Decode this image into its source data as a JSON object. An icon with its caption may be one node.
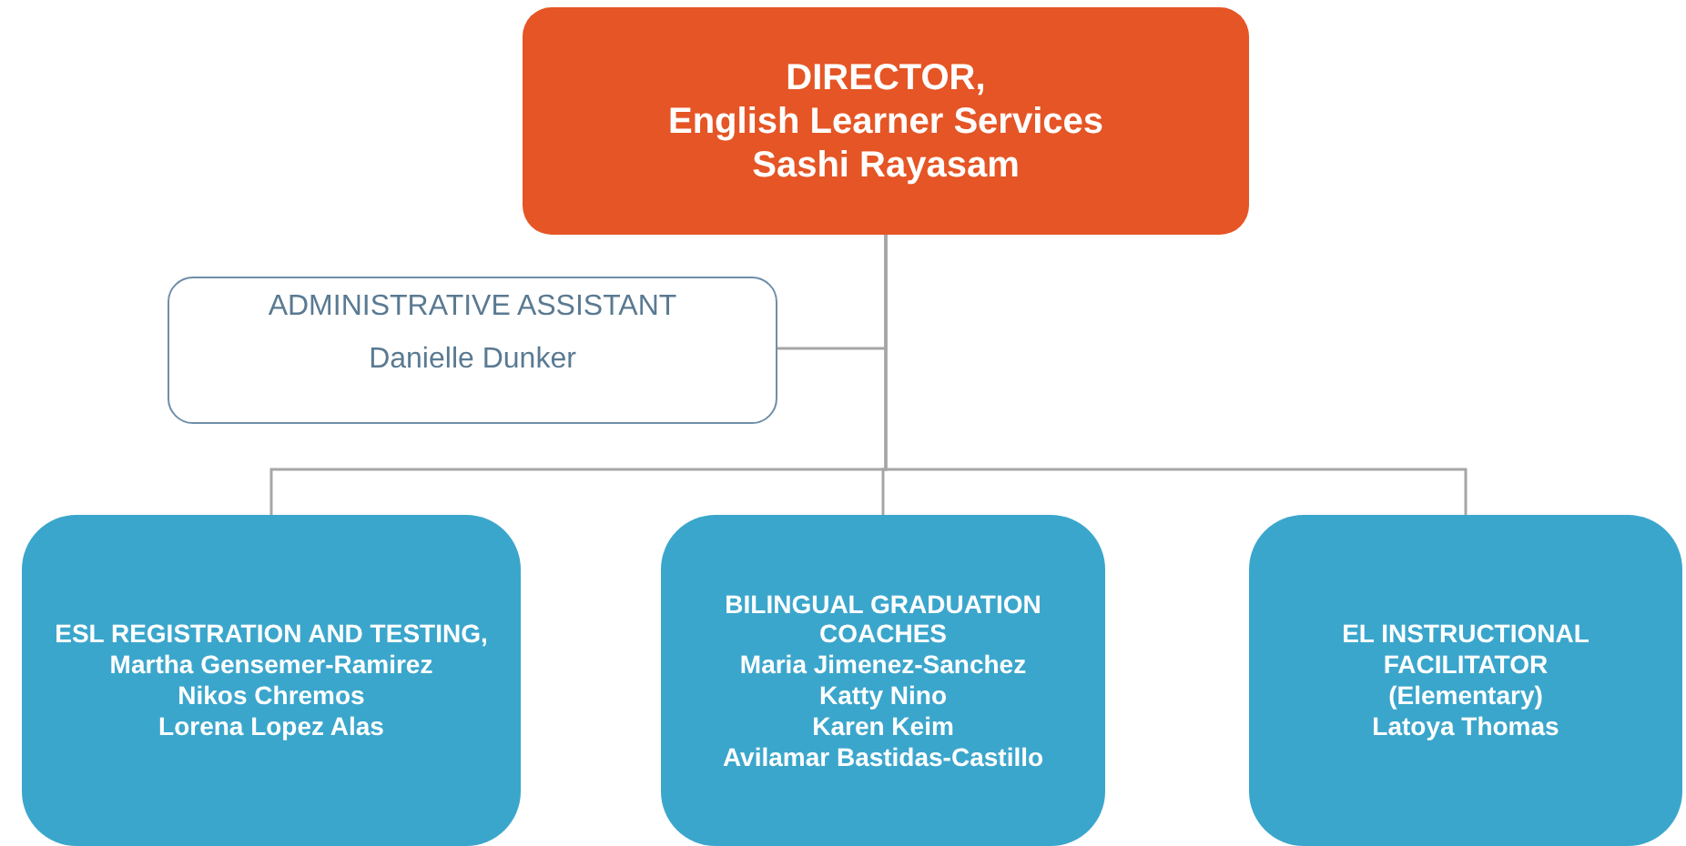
{
  "diagram": {
    "nodes": [
      {
        "text": [
          "DIRECTOR,",
          "English Learner Services",
          "Sashi Rayasam"
        ]
      },
      {
        "text": [
          "ADMINISTRATIVE ASSISTANT",
          "Danielle Dunker"
        ]
      },
      {
        "text": [
          "ESL REGISTRATION AND TESTING,",
          "Martha Gensemer-Ramirez",
          "Nikos Chremos",
          "Lorena Lopez Alas"
        ]
      },
      {
        "text": [
          "BILINGUAL GRADUATION COACHES",
          "Maria Jimenez-Sanchez",
          "Katty Nino",
          "Karen Keim",
          "Avilamar Bastidas-Castillo"
        ]
      },
      {
        "text": [
          "EL INSTRUCTIONAL FACILITATOR",
          "(Elementary)",
          "Latoya Thomas"
        ]
      }
    ],
    "edges": [
      {
        "from": 0,
        "to": 1,
        "arrow": "none"
      },
      {
        "from": 0,
        "to": 2,
        "arrow": "none"
      },
      {
        "from": 0,
        "to": 3,
        "arrow": "none"
      },
      {
        "from": 0,
        "to": 4,
        "arrow": "none"
      }
    ]
  }
}
